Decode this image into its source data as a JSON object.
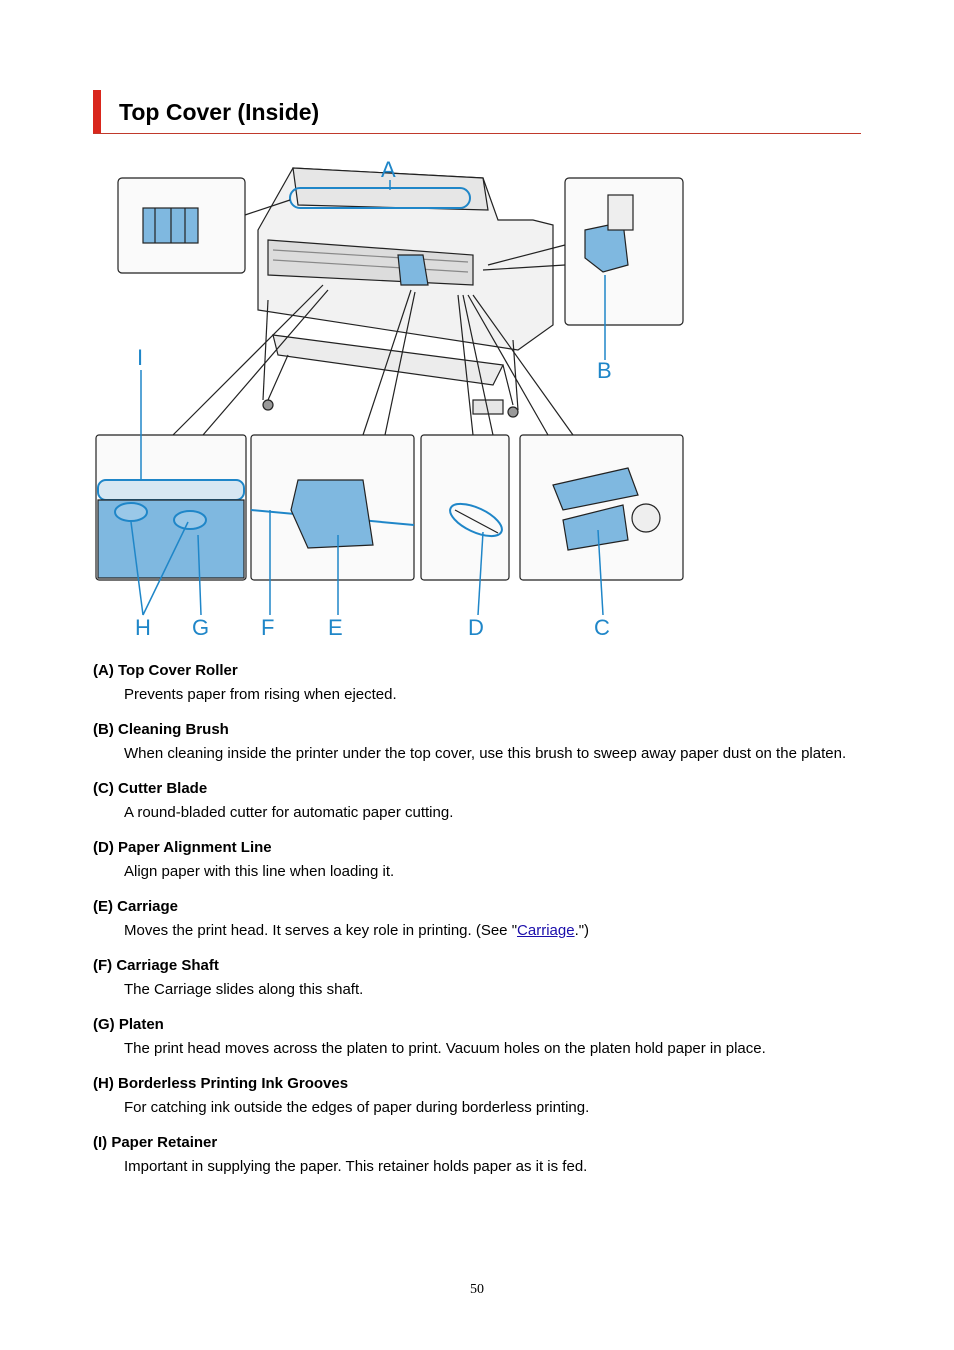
{
  "heading": {
    "title": "Top Cover (Inside)"
  },
  "figure": {
    "labels": {
      "A": "A",
      "B": "B",
      "C": "C",
      "D": "D",
      "E": "E",
      "F": "F",
      "G": "G",
      "H": "H",
      "I": "I"
    },
    "colors": {
      "callout": "#1f86c8",
      "highlight": "#7fb8e0",
      "line": "#222222"
    }
  },
  "items": [
    {
      "term": "(A) Top Cover Roller",
      "desc": "Prevents paper from rising when ejected."
    },
    {
      "term": "(B) Cleaning Brush",
      "desc": "When cleaning inside the printer under the top cover, use this brush to sweep away paper dust on the platen."
    },
    {
      "term": "(C) Cutter Blade",
      "desc": "A round-bladed cutter for automatic paper cutting."
    },
    {
      "term": "(D) Paper Alignment Line",
      "desc": "Align paper with this line when loading it."
    },
    {
      "term": "(E) Carriage",
      "desc_before": "Moves the print head. It serves a key role in printing. (See \"",
      "link": "Carriage",
      "desc_after": ".\")"
    },
    {
      "term": "(F) Carriage Shaft",
      "desc": "The Carriage slides along this shaft."
    },
    {
      "term": "(G) Platen",
      "desc": "The print head moves across the platen to print. Vacuum holes on the platen hold paper in place."
    },
    {
      "term": "(H) Borderless Printing Ink Grooves",
      "desc": "For catching ink outside the edges of paper during borderless printing."
    },
    {
      "term": "(I) Paper Retainer",
      "desc": "Important in supplying the paper. This retainer holds paper as it is fed."
    }
  ],
  "footer": {
    "page_number": "50"
  }
}
